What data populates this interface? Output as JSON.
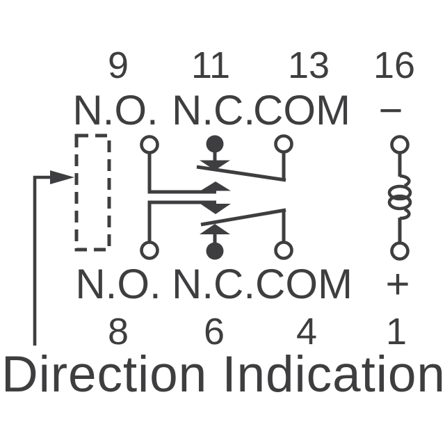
{
  "colors": {
    "ink": "#3e3e40",
    "background": "#ffffff"
  },
  "pins": {
    "top": [
      {
        "number": "9",
        "label": "N.O."
      },
      {
        "number": "11",
        "label": "N.C."
      },
      {
        "number": "13",
        "label": "COM"
      },
      {
        "number": "16",
        "label": "−"
      }
    ],
    "bottom": [
      {
        "number": "8",
        "label": "N.O."
      },
      {
        "number": "6",
        "label": "N.C."
      },
      {
        "number": "4",
        "label": "COM"
      },
      {
        "number": "1",
        "label": "+"
      }
    ]
  },
  "caption": "Direction Indication",
  "icons": {
    "terminal_circle": "open-terminal-icon",
    "contact_dot": "closed-contact-dot-icon",
    "coil": "coil-icon",
    "direction_box": "dashed-indicator-box",
    "direction_arrow": "right-arrow-icon"
  }
}
